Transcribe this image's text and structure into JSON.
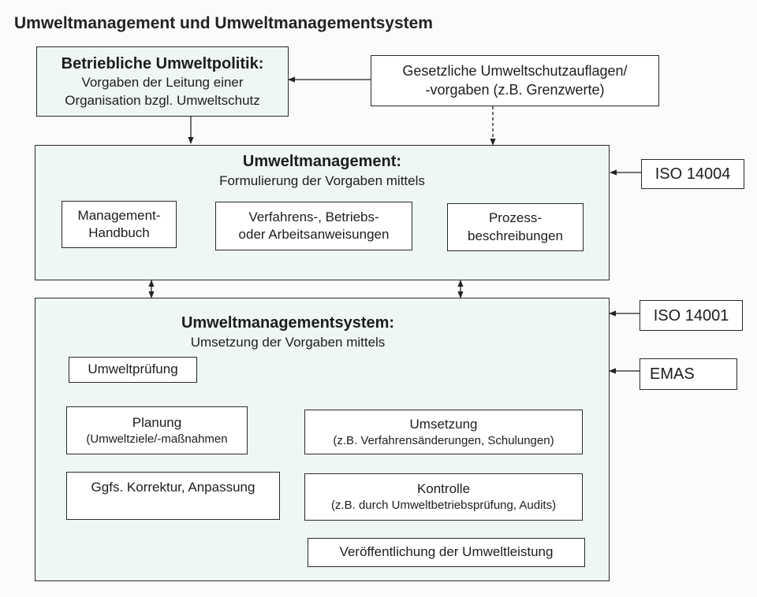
{
  "title": "Umweltmanagement und Umweltmanagementsystem",
  "policy": {
    "heading": "Betriebliche Umweltpolitik:",
    "line1": "Vorgaben der Leitung einer",
    "line2": "Organisation bzgl. Umweltschutz"
  },
  "legal": {
    "line1": "Gesetzliche Umweltschutzauflagen/",
    "line2": "-vorgaben (z.B. Grenzwerte)"
  },
  "um": {
    "heading": "Umweltmanagement:",
    "subheading": "Formulierung der Vorgaben mittels",
    "items": [
      {
        "line1": "Management-",
        "line2": "Handbuch"
      },
      {
        "line1": "Verfahrens-, Betriebs-",
        "line2": "oder Arbeitsanweisungen"
      },
      {
        "line1": "Prozess-",
        "line2": "beschreibungen"
      }
    ]
  },
  "ums": {
    "heading": "Umweltmanagementsystem:",
    "subheading": "Umsetzung der Vorgaben mittels",
    "pruefung": "Umweltprüfung",
    "planung": {
      "line1": "Planung",
      "line2": "(Umweltziele/-maßnahmen"
    },
    "umsetzung": {
      "line1": "Umsetzung",
      "line2": "(z.B. Verfahrensänderungen, Schulungen)"
    },
    "korrektur": "Ggfs. Korrektur, Anpassung",
    "kontrolle": {
      "line1": "Kontrolle",
      "line2": "(z.B. durch Umweltbetriebsprüfung, Audits)"
    },
    "veroeffentlichung": "Veröffentlichung der Umweltleistung"
  },
  "standards": {
    "iso14004": "ISO 14004",
    "iso14001": "ISO 14001",
    "emas": "EMAS"
  }
}
